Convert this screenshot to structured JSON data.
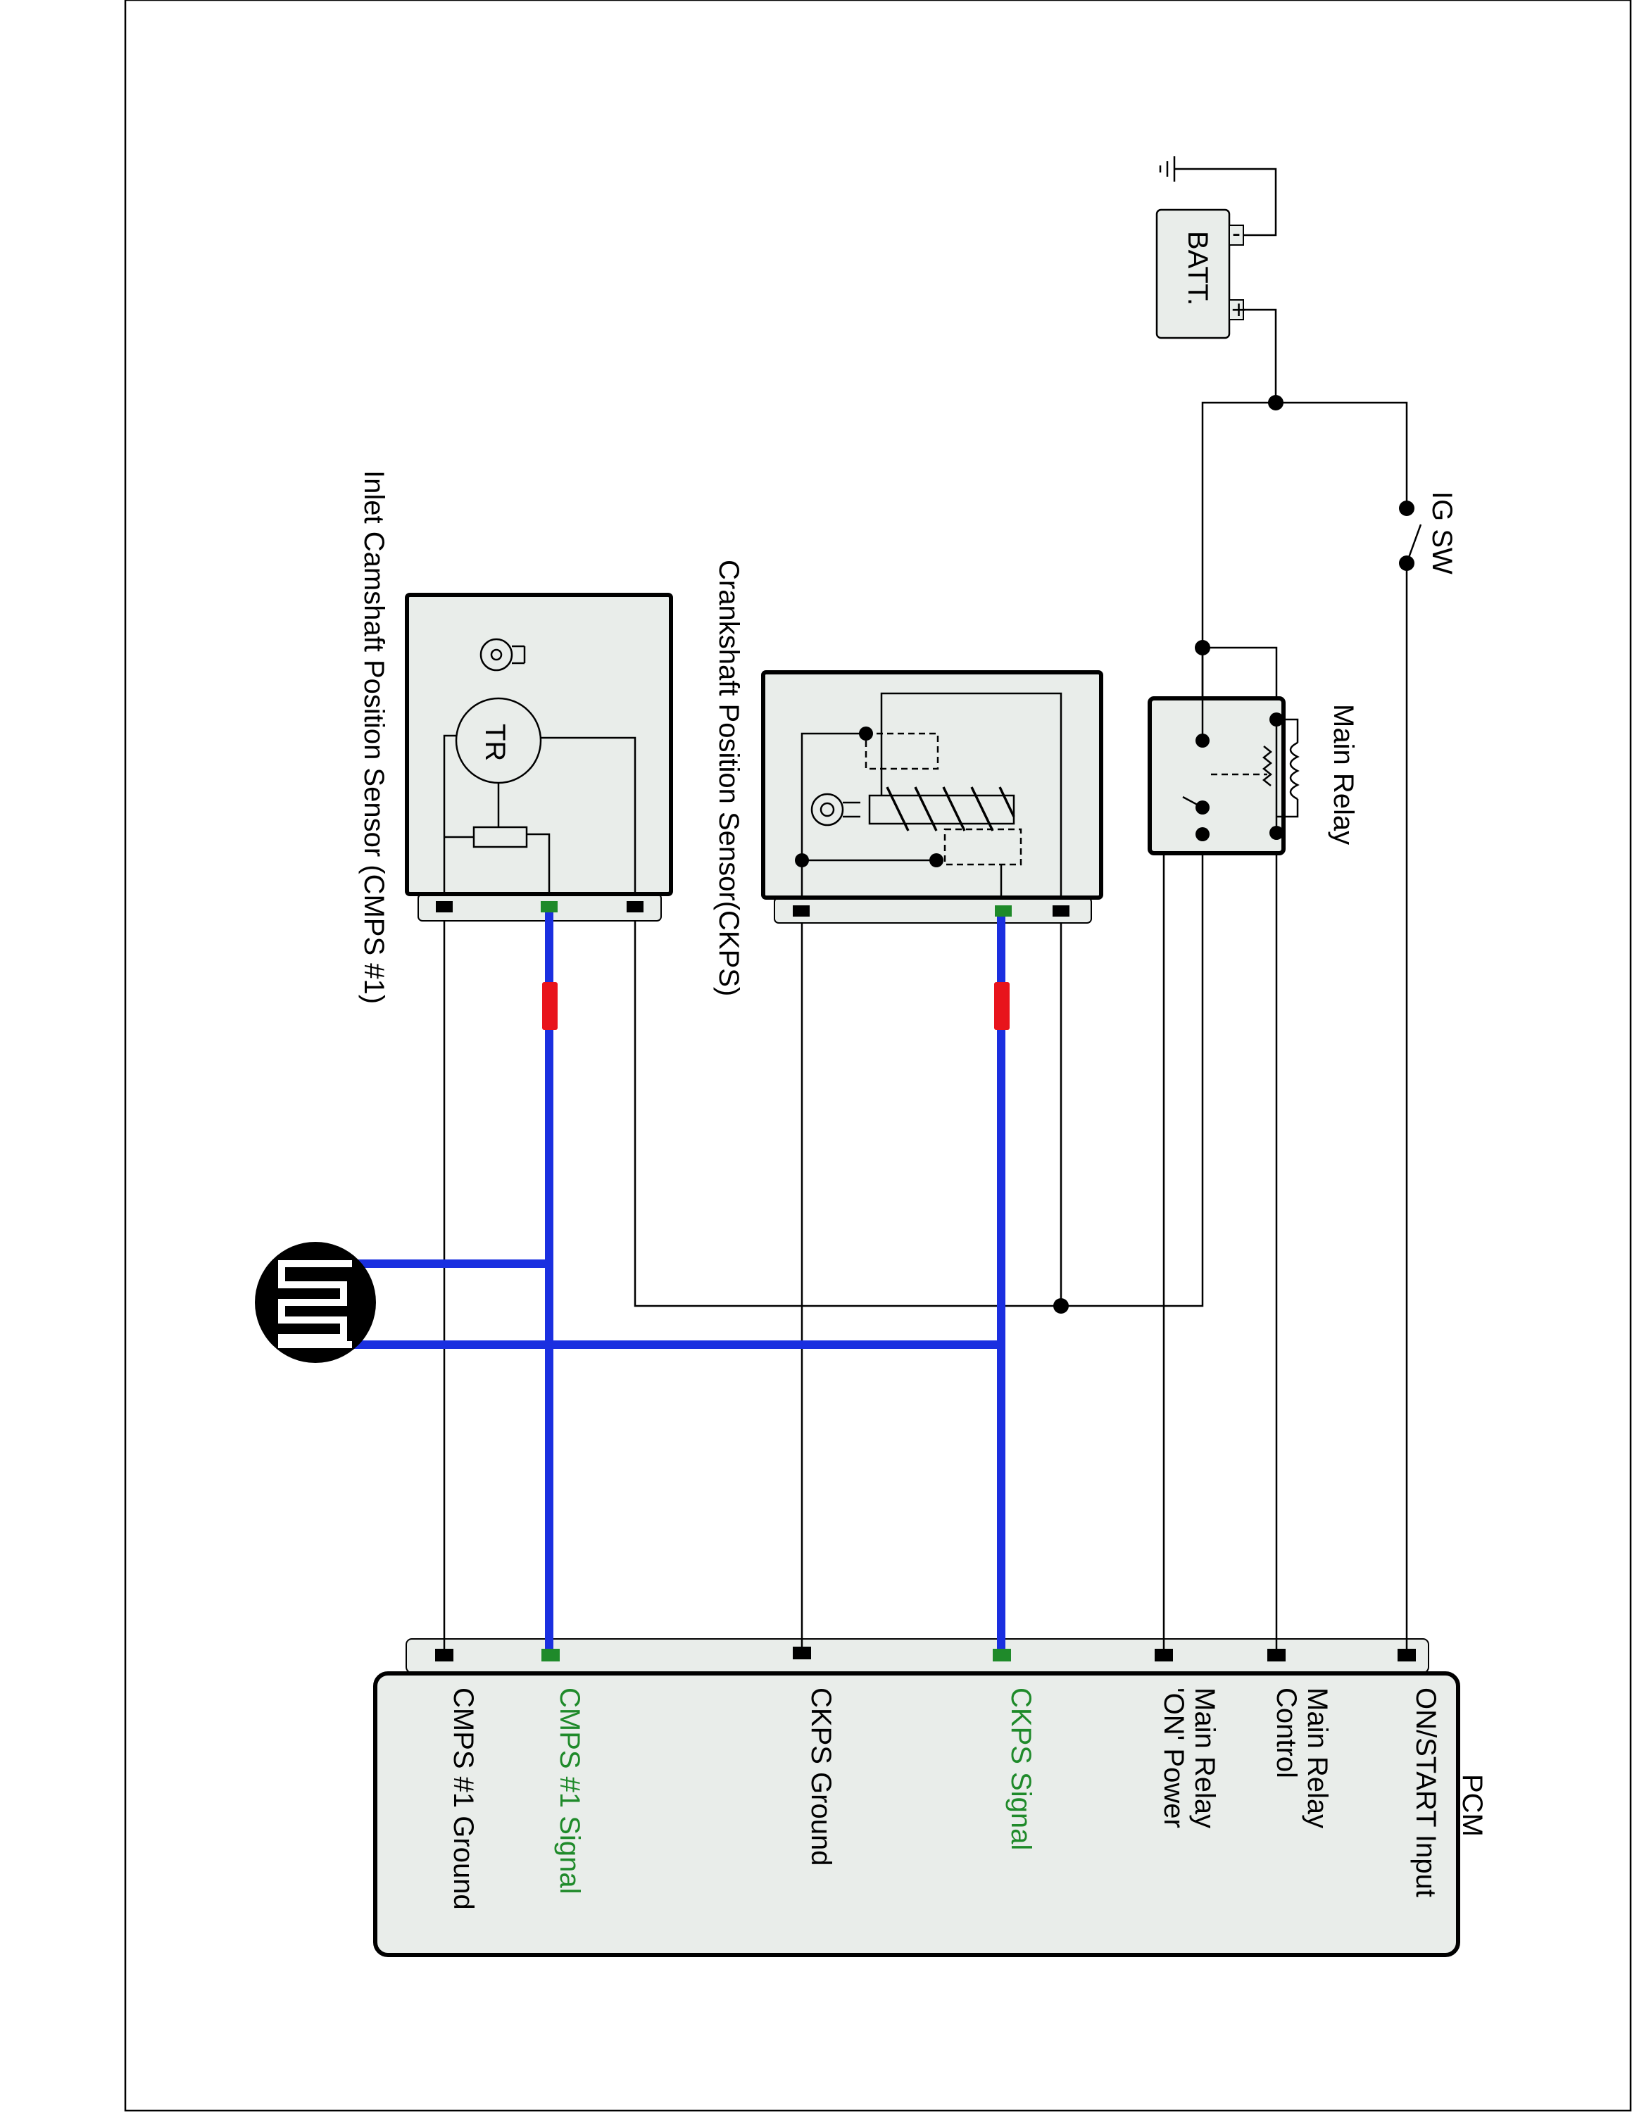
{
  "labels": {
    "inlet_sensor": "Inlet Camshaft Position Sensor (CMPS #1)",
    "crank_sensor": "Crankshaft Position Sensor(CKPS)",
    "main_relay": "Main Relay",
    "ig_sw": "IG SW",
    "battery": "BATT.",
    "battery_plus": "+",
    "battery_minus": "-",
    "transistor": "TR",
    "pcm": "PCM"
  },
  "pcm_pins": [
    {
      "line1": "CMPS #1 Ground",
      "line2": "",
      "color": "#000000"
    },
    {
      "line1": "CMPS #1 Signal",
      "line2": "",
      "color": "#1f8a2a"
    },
    {
      "line1": "CKPS Ground",
      "line2": "",
      "color": "#000000"
    },
    {
      "line1": "CKPS Signal",
      "line2": "",
      "color": "#1f8a2a"
    },
    {
      "line1": "Main Relay",
      "line2": "'ON' Power",
      "color": "#000000"
    },
    {
      "line1": "Main Relay",
      "line2": "Control",
      "color": "#000000"
    },
    {
      "line1": "ON/START Input",
      "line2": "",
      "color": "#000000"
    }
  ],
  "colors": {
    "shielded_wire": "#1a2fe0",
    "signal_pin": "#1f8a2a",
    "connector_fuse": "#e8141c",
    "component_fill": "#e9edea"
  }
}
